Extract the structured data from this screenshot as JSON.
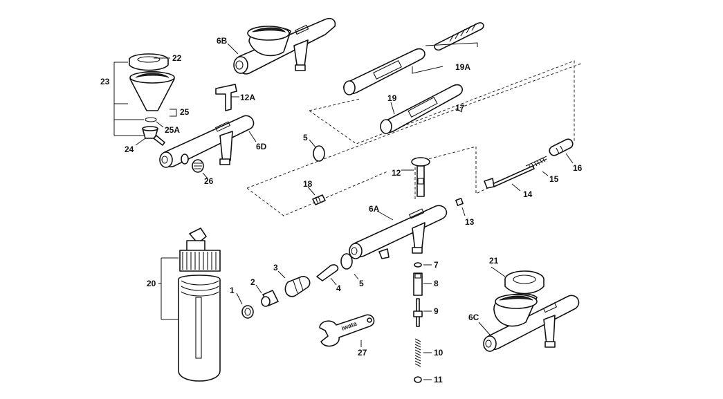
{
  "labels": {
    "p1": "1",
    "p2": "2",
    "p3": "3",
    "p4": "4",
    "p5a": "5",
    "p5b": "5",
    "p6a": "6A",
    "p6b": "6B",
    "p6c": "6C",
    "p6d": "6D",
    "p7": "7",
    "p8": "8",
    "p9": "9",
    "p10": "10",
    "p11": "11",
    "p12": "12",
    "p12a": "12A",
    "p13": "13",
    "p14": "14",
    "p15": "15",
    "p16": "16",
    "p17": "17",
    "p18": "18",
    "p19": "19",
    "p19a": "19A",
    "p20": "20",
    "p21": "21",
    "p22": "22",
    "p23": "23",
    "p24": "24",
    "p25": "25",
    "p25a": "25A",
    "p26": "26",
    "p27": "27"
  },
  "wrench_brand": "iwata"
}
